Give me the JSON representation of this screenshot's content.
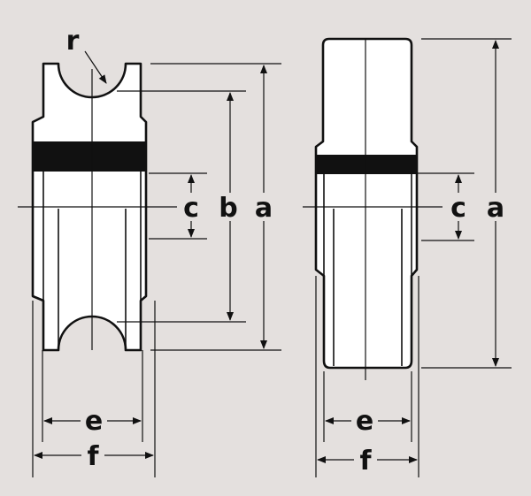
{
  "diagram": {
    "colors": {
      "background": "#e4e0de",
      "ink": "#111111",
      "part_fill": "#ffffff"
    },
    "left_view": {
      "labels": {
        "r": "r",
        "c": "c",
        "b": "b",
        "a": "a",
        "e": "e",
        "f": "f"
      }
    },
    "right_view": {
      "labels": {
        "c": "c",
        "a": "a",
        "e": "e",
        "f": "f"
      }
    }
  }
}
